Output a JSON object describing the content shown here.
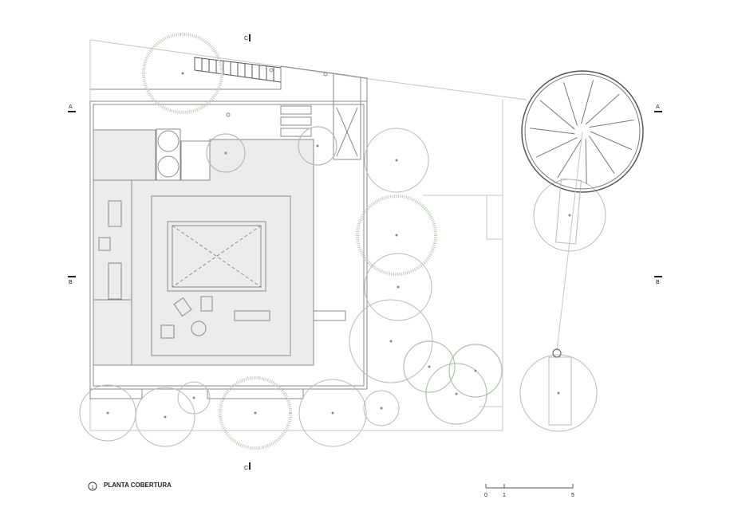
{
  "drawing": {
    "title": "PLANTA COBERTURA",
    "view_number": "1",
    "section_marks": {
      "a_left": "A",
      "a_right": "A",
      "b_left": "B",
      "b_right": "B",
      "c_top": "C",
      "c_bottom": "C"
    },
    "scale_bar": {
      "labels": [
        "0",
        "1",
        "5"
      ]
    }
  },
  "colors": {
    "line": "#8a8a8a",
    "tree_green": "#a9c4a4",
    "deck": "#ececec"
  }
}
